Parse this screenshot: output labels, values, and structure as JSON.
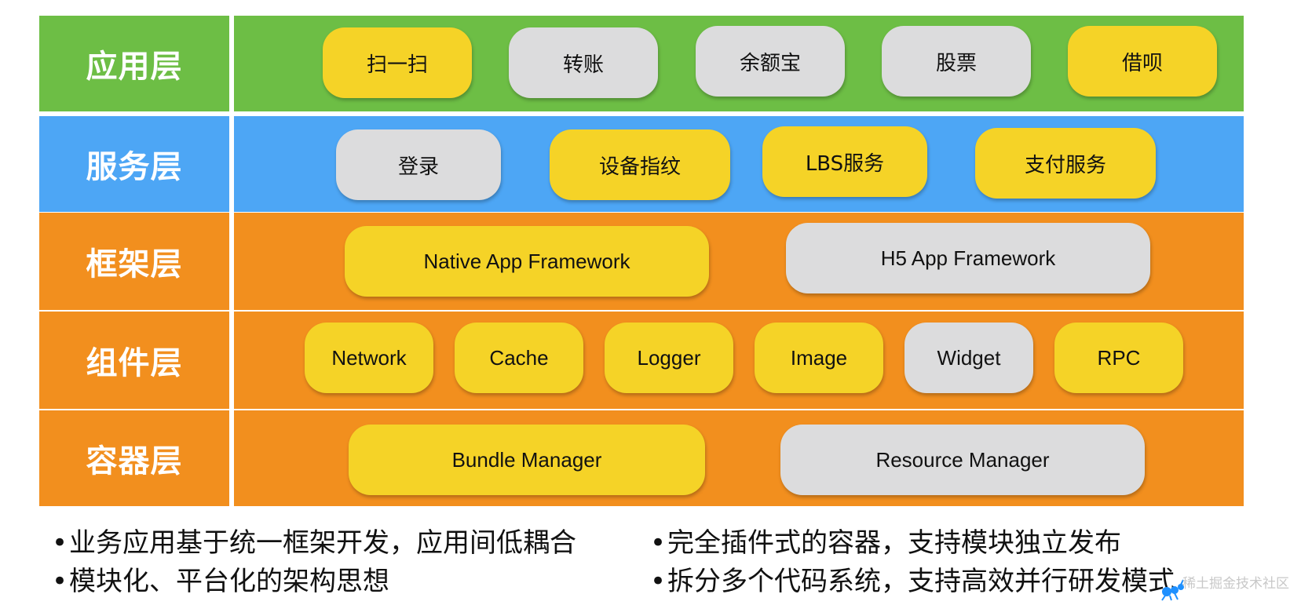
{
  "layers": [
    {
      "label": "应用层",
      "items": [
        {
          "label": "扫一扫",
          "color": "yellow"
        },
        {
          "label": "转账",
          "color": "grey"
        },
        {
          "label": "余额宝",
          "color": "grey"
        },
        {
          "label": "股票",
          "color": "grey"
        },
        {
          "label": "借呗",
          "color": "yellow"
        }
      ]
    },
    {
      "label": "服务层",
      "items": [
        {
          "label": "登录",
          "color": "grey"
        },
        {
          "label": "设备指纹",
          "color": "yellow"
        },
        {
          "label": "LBS服务",
          "color": "yellow"
        },
        {
          "label": "支付服务",
          "color": "yellow"
        }
      ]
    },
    {
      "label": "框架层",
      "items": [
        {
          "label": "Native App Framework",
          "color": "yellow"
        },
        {
          "label": "H5 App Framework",
          "color": "grey"
        }
      ]
    },
    {
      "label": "组件层",
      "items": [
        {
          "label": "Network",
          "color": "yellow"
        },
        {
          "label": "Cache",
          "color": "yellow"
        },
        {
          "label": "Logger",
          "color": "yellow"
        },
        {
          "label": "Image",
          "color": "yellow"
        },
        {
          "label": "Widget",
          "color": "grey"
        },
        {
          "label": "RPC",
          "color": "yellow"
        }
      ]
    },
    {
      "label": "容器层",
      "items": [
        {
          "label": "Bundle Manager",
          "color": "yellow"
        },
        {
          "label": "Resource Manager",
          "color": "grey"
        }
      ]
    }
  ],
  "bullets_left": [
    "业务应用基于统一框架开发，应用间低耦合",
    "模块化、平台化的架构思想"
  ],
  "bullets_right": [
    "完全插件式的容器，支持模块独立发布",
    "拆分多个代码系统，支持高效并行研发模式"
  ],
  "bullet_symbol": "•",
  "watermark": "稀土掘金技术社区",
  "colors": {
    "app_layer": "#6dbe45",
    "service_layer": "#4da6f5",
    "lower_layers": "#f28f1e",
    "pill_yellow": "#f5d327",
    "pill_grey": "#dcdcdd"
  }
}
